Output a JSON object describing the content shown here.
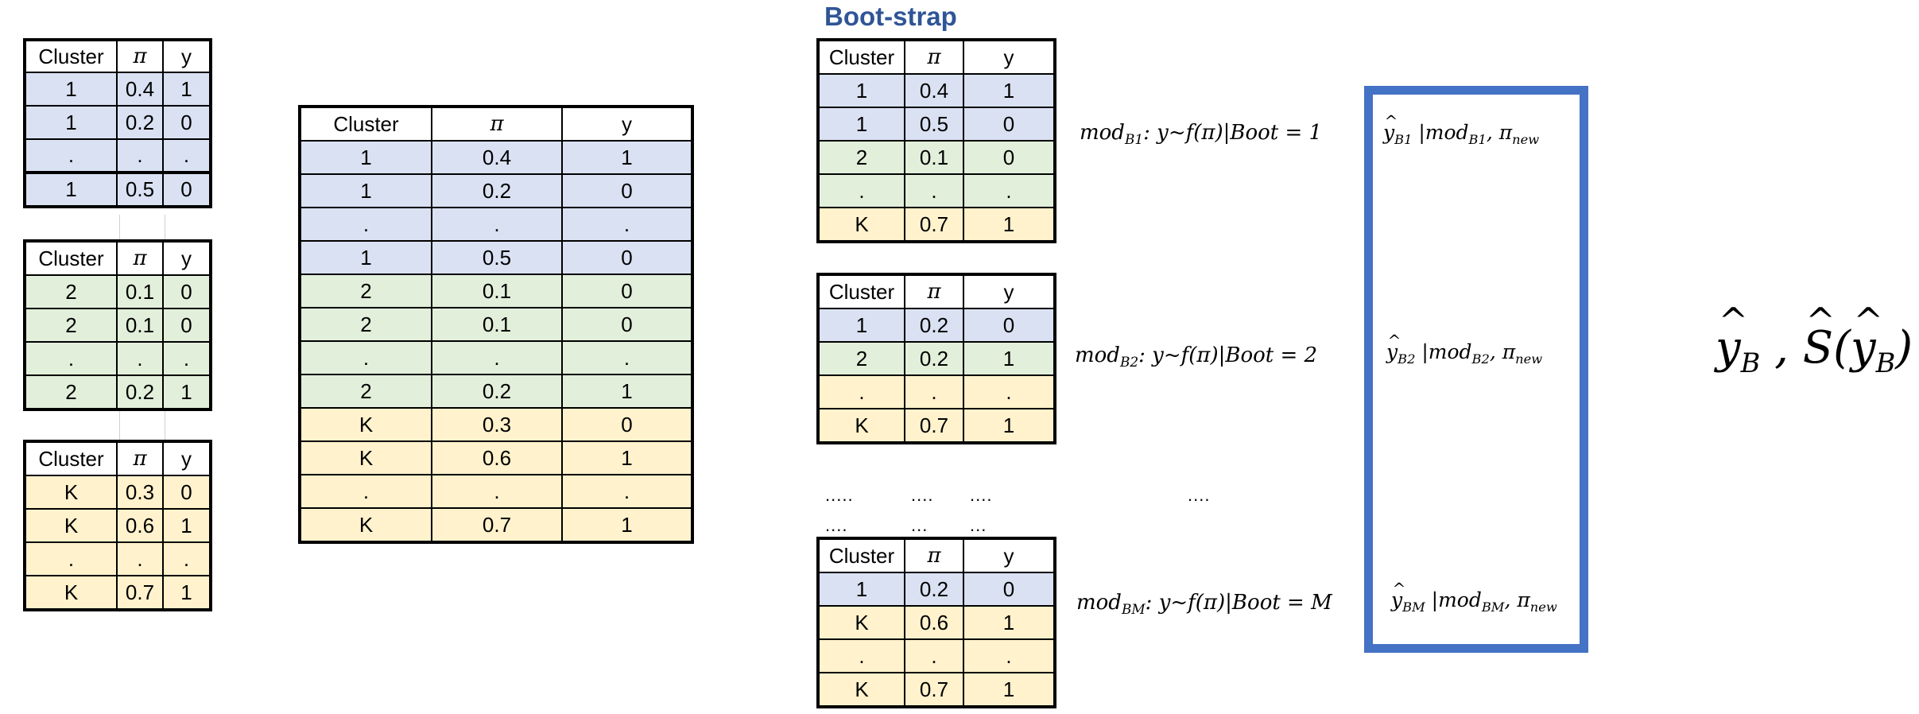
{
  "headers": [
    "Cluster",
    "π",
    "y"
  ],
  "bootstrap_title": "Boot-strap",
  "cluster_tables": [
    {
      "rows": [
        [
          "1",
          "0.4",
          "1"
        ],
        [
          "1",
          "0.2",
          "0"
        ],
        [
          ".",
          ".",
          "."
        ],
        [
          "1",
          "0.5",
          "0"
        ]
      ]
    },
    {
      "rows": [
        [
          "2",
          "0.1",
          "0"
        ],
        [
          "2",
          "0.1",
          "0"
        ],
        [
          ".",
          ".",
          "."
        ],
        [
          "2",
          "0.2",
          "1"
        ]
      ]
    },
    {
      "rows": [
        [
          "K",
          "0.3",
          "0"
        ],
        [
          "K",
          "0.6",
          "1"
        ],
        [
          ".",
          ".",
          "."
        ],
        [
          "K",
          "0.7",
          "1"
        ]
      ]
    }
  ],
  "combined_table": {
    "rows": [
      [
        "1",
        "0.4",
        "1"
      ],
      [
        "1",
        "0.2",
        "0"
      ],
      [
        ".",
        ".",
        "."
      ],
      [
        "1",
        "0.5",
        "0"
      ],
      [
        "2",
        "0.1",
        "0"
      ],
      [
        "2",
        "0.1",
        "0"
      ],
      [
        ".",
        ".",
        "."
      ],
      [
        "2",
        "0.2",
        "1"
      ],
      [
        "K",
        "0.3",
        "0"
      ],
      [
        "K",
        "0.6",
        "1"
      ],
      [
        ".",
        ".",
        "."
      ],
      [
        "K",
        "0.7",
        "1"
      ]
    ]
  },
  "boot_tables": [
    {
      "rows": [
        [
          "1",
          "0.4",
          "1"
        ],
        [
          "1",
          "0.5",
          "0"
        ],
        [
          "2",
          "0.1",
          "0"
        ],
        [
          ".",
          ".",
          "."
        ],
        [
          "K",
          "0.7",
          "1"
        ]
      ]
    },
    {
      "rows": [
        [
          "1",
          "0.2",
          "0"
        ],
        [
          "2",
          "0.2",
          "1"
        ],
        [
          ".",
          ".",
          "."
        ],
        [
          "K",
          "0.7",
          "1"
        ]
      ]
    },
    {
      "rows": [
        [
          "1",
          "0.2",
          "0"
        ],
        [
          "K",
          "0.6",
          "1"
        ],
        [
          ".",
          ".",
          "."
        ],
        [
          "K",
          "0.7",
          "1"
        ]
      ]
    }
  ],
  "models": [
    {
      "prefix": "mod",
      "sub": "B1",
      "formula": ": y~f(π)|Boot = 1"
    },
    {
      "prefix": "mod",
      "sub": "B2",
      "formula": ": y~f(π)|Boot = 2"
    },
    {
      "prefix": "mod",
      "sub": "BM",
      "formula": ": y~f(π)|Boot = M"
    }
  ],
  "predictions": [
    {
      "y": "y",
      "sub": "B1",
      "mid": " |mod",
      "modsub": "B1",
      "pi": ", π",
      "pisub": "new"
    },
    {
      "y": "y",
      "sub": "B2",
      "mid": " |mod",
      "modsub": "B2",
      "pi": ", π",
      "pisub": "new"
    },
    {
      "y": "y",
      "sub": "BM",
      "mid": " |mod",
      "modsub": "BM",
      "pi": ", π",
      "pisub": "new"
    }
  ],
  "ellipsis": {
    "row1": [
      ".....",
      "....",
      "....",
      "...."
    ],
    "row2": [
      "....",
      "...",
      "..."
    ]
  },
  "final_result": {
    "y": "y",
    "sub": "B",
    "sep": " , ",
    "s": "S",
    "paren_open": "(",
    "y2": "y",
    "sub2": "B",
    "paren_close": ")"
  },
  "colors": {
    "blue_row": "#d9e1f2",
    "green_row": "#e2efda",
    "yellow_row": "#fff2cc",
    "box_border": "#4472c4",
    "title": "#2f5597"
  }
}
